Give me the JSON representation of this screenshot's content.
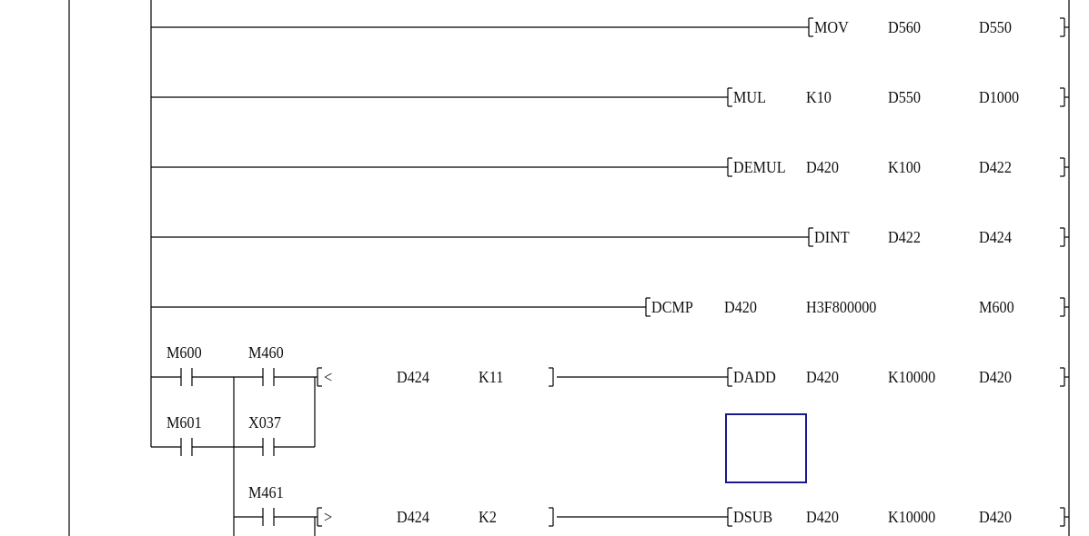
{
  "rungs": [
    {
      "instruction": "MOV",
      "operands": [
        "D560",
        "D550"
      ]
    },
    {
      "instruction": "MUL",
      "operands": [
        "K10",
        "D550",
        "D1000"
      ]
    },
    {
      "instruction": "DEMUL",
      "operands": [
        "D420",
        "K100",
        "D422"
      ]
    },
    {
      "instruction": "DINT",
      "operands": [
        "D422",
        "D424"
      ]
    },
    {
      "instruction": "DCMP",
      "operands": [
        "D420",
        "H3F800000",
        "M600"
      ]
    },
    {
      "instruction": "DADD",
      "operands": [
        "D420",
        "K10000",
        "D420"
      ]
    },
    {
      "instruction": "DSUB",
      "operands": [
        "D420",
        "K10000",
        "D420"
      ]
    }
  ],
  "contacts": {
    "m600": "M600",
    "m460": "M460",
    "m601": "M601",
    "x037": "X037",
    "m461": "M461"
  },
  "compares": [
    {
      "op": "<",
      "operands": [
        "D424",
        "K11"
      ]
    },
    {
      "op": ">",
      "operands": [
        "D424",
        "K2"
      ]
    }
  ],
  "colors": {
    "line": "#000000",
    "cursor": "#1a1a8c"
  }
}
